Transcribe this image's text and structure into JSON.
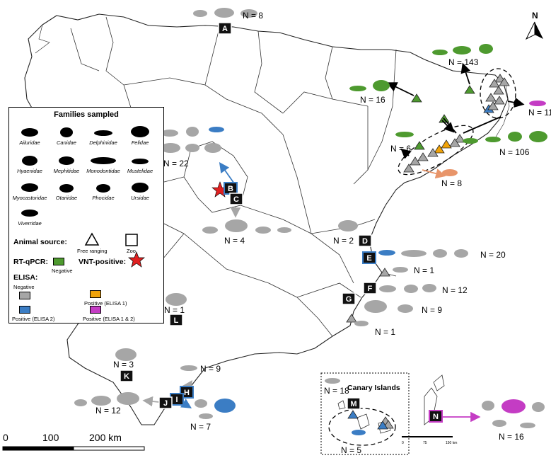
{
  "legend": {
    "title": "Families sampled",
    "families": [
      "Ailuridae",
      "Canidae",
      "Delphinidae",
      "Felidae",
      "Hyaenidae",
      "Mephitidae",
      "Monodontidae",
      "Mustelidae",
      "Myocastoridae",
      "Otariidae",
      "Phocidae",
      "Ursidae",
      "Viverridae"
    ],
    "animal_source_label": "Animal source:",
    "free_ranging_label": "Free ranging",
    "zoo_label": "Zoo",
    "rtqpcr_label": "RT-qPCR:",
    "negative_label": "Negative",
    "vnt_label": "VNT-positive:",
    "elisa_label": "ELISA:",
    "elisa_negative": "Negative",
    "elisa_pos1": "Positive (ELISA 1)",
    "elisa_pos2": "Positive (ELISA 2)",
    "elisa_pos12": "Positive (ELISA 1 & 2)"
  },
  "colors": {
    "negative_rtqpcr": "#4e9a2f",
    "elisa_negative": "#a6a6a6",
    "elisa_pos1": "#f0a30a",
    "elisa_pos2": "#3b7dc4",
    "elisa_pos12": "#c43cc4",
    "vnt": "#e02020",
    "seal_orange": "#e8956a"
  },
  "sites": [
    "A",
    "B",
    "C",
    "D",
    "E",
    "F",
    "G",
    "H",
    "I",
    "J",
    "K",
    "L",
    "M",
    "N"
  ],
  "counts": {
    "A": "N = 8",
    "B": "N = 22",
    "C": "N = 4",
    "D": "N = 2",
    "E": "N = 20",
    "E2": "N = 1",
    "F": "N = 12",
    "G": "N = 9",
    "G2": "N = 1",
    "H": "N = 9",
    "I": "N = 7",
    "J": "N = 12",
    "K": "N = 3",
    "L": "N = 1",
    "M": "N = 18",
    "M2": "N = 5",
    "N": "N = 16",
    "fr_143": "N = 143",
    "fr_16": "N = 16",
    "fr_11": "N = 11",
    "fr_6": "N = 6",
    "fr_106": "N = 106",
    "fr_8": "N = 8"
  },
  "canary": {
    "title": "Canary Islands",
    "scale": [
      "0",
      "75",
      "150 km"
    ]
  },
  "scale_bar": [
    "0",
    "100",
    "200 km"
  ],
  "north": "N"
}
